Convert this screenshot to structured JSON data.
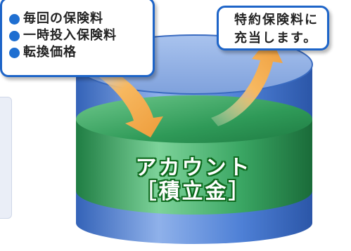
{
  "inputs_callout": {
    "items": [
      "毎回の保険料",
      "一時投入保険料",
      "転換価格"
    ]
  },
  "output_callout": {
    "lines": [
      "特約保険料に",
      "充当します。"
    ]
  },
  "account": {
    "title": "アカウント",
    "subtitle": "［積立金］"
  },
  "colors": {
    "callout_border": "#1d64c8",
    "bullet": "#1f6fd1",
    "cylinder_blue": "#4a7fd4",
    "account_green": "#3fa564",
    "arrow_orange": "#f0a648",
    "label_outline": "#0e6a1e"
  }
}
